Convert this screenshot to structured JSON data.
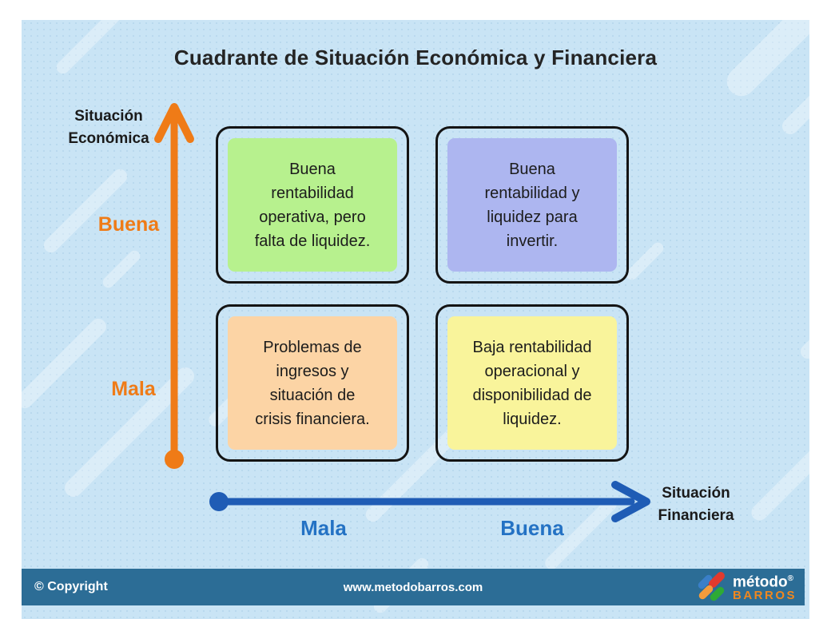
{
  "title": "Cuadrante de Situación Económica y Financiera",
  "y_axis": {
    "label": "Situación\nEconómica",
    "tick_good": "Buena",
    "tick_bad": "Mala",
    "color": "#ef7b17",
    "tick_color": "#ef7b17"
  },
  "x_axis": {
    "label": "Situación\nFinanciera",
    "tick_good": "Buena",
    "tick_bad": "Mala",
    "color": "#1f5cb5",
    "tick_color": "#2472c4"
  },
  "quadrants": [
    {
      "position": "top-left",
      "text": "Buena\nrentabilidad\noperativa, pero\nfalta de liquidez.",
      "color": "#b7f18e"
    },
    {
      "position": "top-right",
      "text": "Buena\nrentabilidad y\nliquidez para\ninvertir.",
      "color": "#adb6f0"
    },
    {
      "position": "bottom-left",
      "text": "Problemas de\ningresos y\nsituación de\ncrisis financiera.",
      "color": "#fcd4a5"
    },
    {
      "position": "bottom-right",
      "text": "Baja rentabilidad\noperacional y\ndisponibilidad de\nliquidez.",
      "color": "#f9f49b"
    }
  ],
  "footer": {
    "copyright": "© Copyright",
    "website": "www.metodobarros.com",
    "logo": {
      "name": "método",
      "registered": "®",
      "surname": "BARROS"
    },
    "bar_color": "#2c6d96"
  }
}
